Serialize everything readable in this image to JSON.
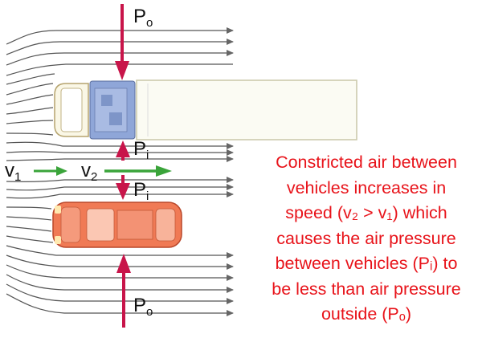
{
  "labels": {
    "po_top": {
      "main": "P",
      "sub": "o"
    },
    "pi_upper": {
      "main": "P",
      "sub": "i"
    },
    "pi_lower": {
      "main": "P",
      "sub": "i"
    },
    "po_bottom": {
      "main": "P",
      "sub": "o"
    },
    "v1": {
      "main": "v",
      "sub": "1"
    },
    "v2": {
      "main": "v",
      "sub": "2"
    }
  },
  "caption": [
    "Constricted air between",
    "vehicles increases in",
    "speed (v₂ > v₁) which",
    "causes the air pressure",
    "between vehicles (Pᵢ) to",
    "be less than air pressure",
    "outside (Pₒ)"
  ],
  "colors": {
    "pressure_arrow": "#c8154a",
    "velocity_arrow": "#3aa43a",
    "caption_text": "#e8131a",
    "car_body": "#f07a55",
    "truck_cab_engine": "#8fa6d8",
    "truck_trailer": "#fbfbf3"
  }
}
